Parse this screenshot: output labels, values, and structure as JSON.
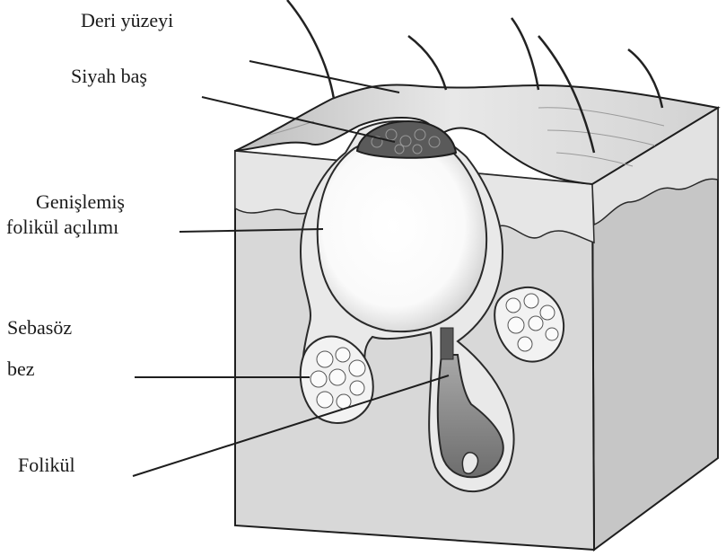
{
  "labels": {
    "skin_surface": "Deri yüzeyi",
    "blackhead": "Siyah baş",
    "dilated_opening_line1": "Genişlemiş",
    "dilated_opening_line2": "folikül açılımı",
    "sebaceous_line1": "Sebasöz",
    "sebaceous_line2": "bez",
    "follicle": "Folikül"
  },
  "colors": {
    "outline": "#1e1e1e",
    "block_front": "#d6d6d6",
    "block_side": "#c2c2c2",
    "block_top": "#cfcfcf",
    "epidermis_band": "#e4e4e4",
    "cyst_core": "#ffffff",
    "blackhead_plug": "#555555",
    "follicle_fill": "#8a8a8a",
    "gland_cells": "#f4f4f4"
  }
}
